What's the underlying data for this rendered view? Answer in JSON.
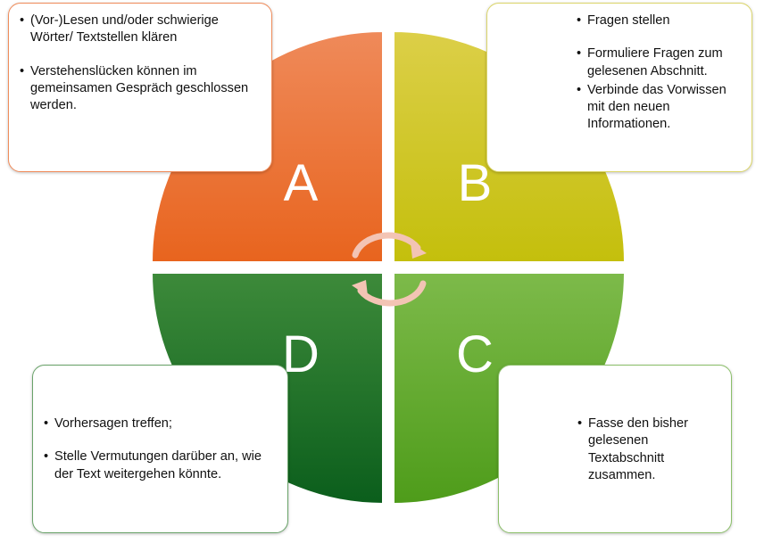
{
  "quadrants": {
    "a": {
      "letter": "A",
      "color_top": "#ef8a5a",
      "color_bottom": "#e8641e",
      "bullets": [
        "(Vor-)Lesen und/oder schwierige Wörter/ Textstellen klären",
        "Verstehenslücken können im gemeinsamen Gespräch geschlossen werden."
      ]
    },
    "b": {
      "letter": "B",
      "color_top": "#dccf48",
      "color_bottom": "#c4bf0c",
      "bullets": [
        "Fragen stellen",
        "Formuliere Fragen zum gelesenen Abschnitt.",
        "Verbinde das Vorwissen mit den neuen Informationen."
      ]
    },
    "c": {
      "letter": "C",
      "color_top": "#7dba4a",
      "color_bottom": "#4e9c1a",
      "bullets": [
        "Fasse den bisher gelesenen Textabschnitt zusammen."
      ]
    },
    "d": {
      "letter": "D",
      "color_top": "#3d8a3a",
      "color_bottom": "#0b5e1c",
      "bullets": [
        "Vorhersagen treffen;",
        "Stelle Vermutungen darüber an, wie der Text weitergehen könnte."
      ]
    }
  },
  "cycle_arrows": {
    "color": "#f3c4b4",
    "icon": "circular-arrows-icon"
  }
}
